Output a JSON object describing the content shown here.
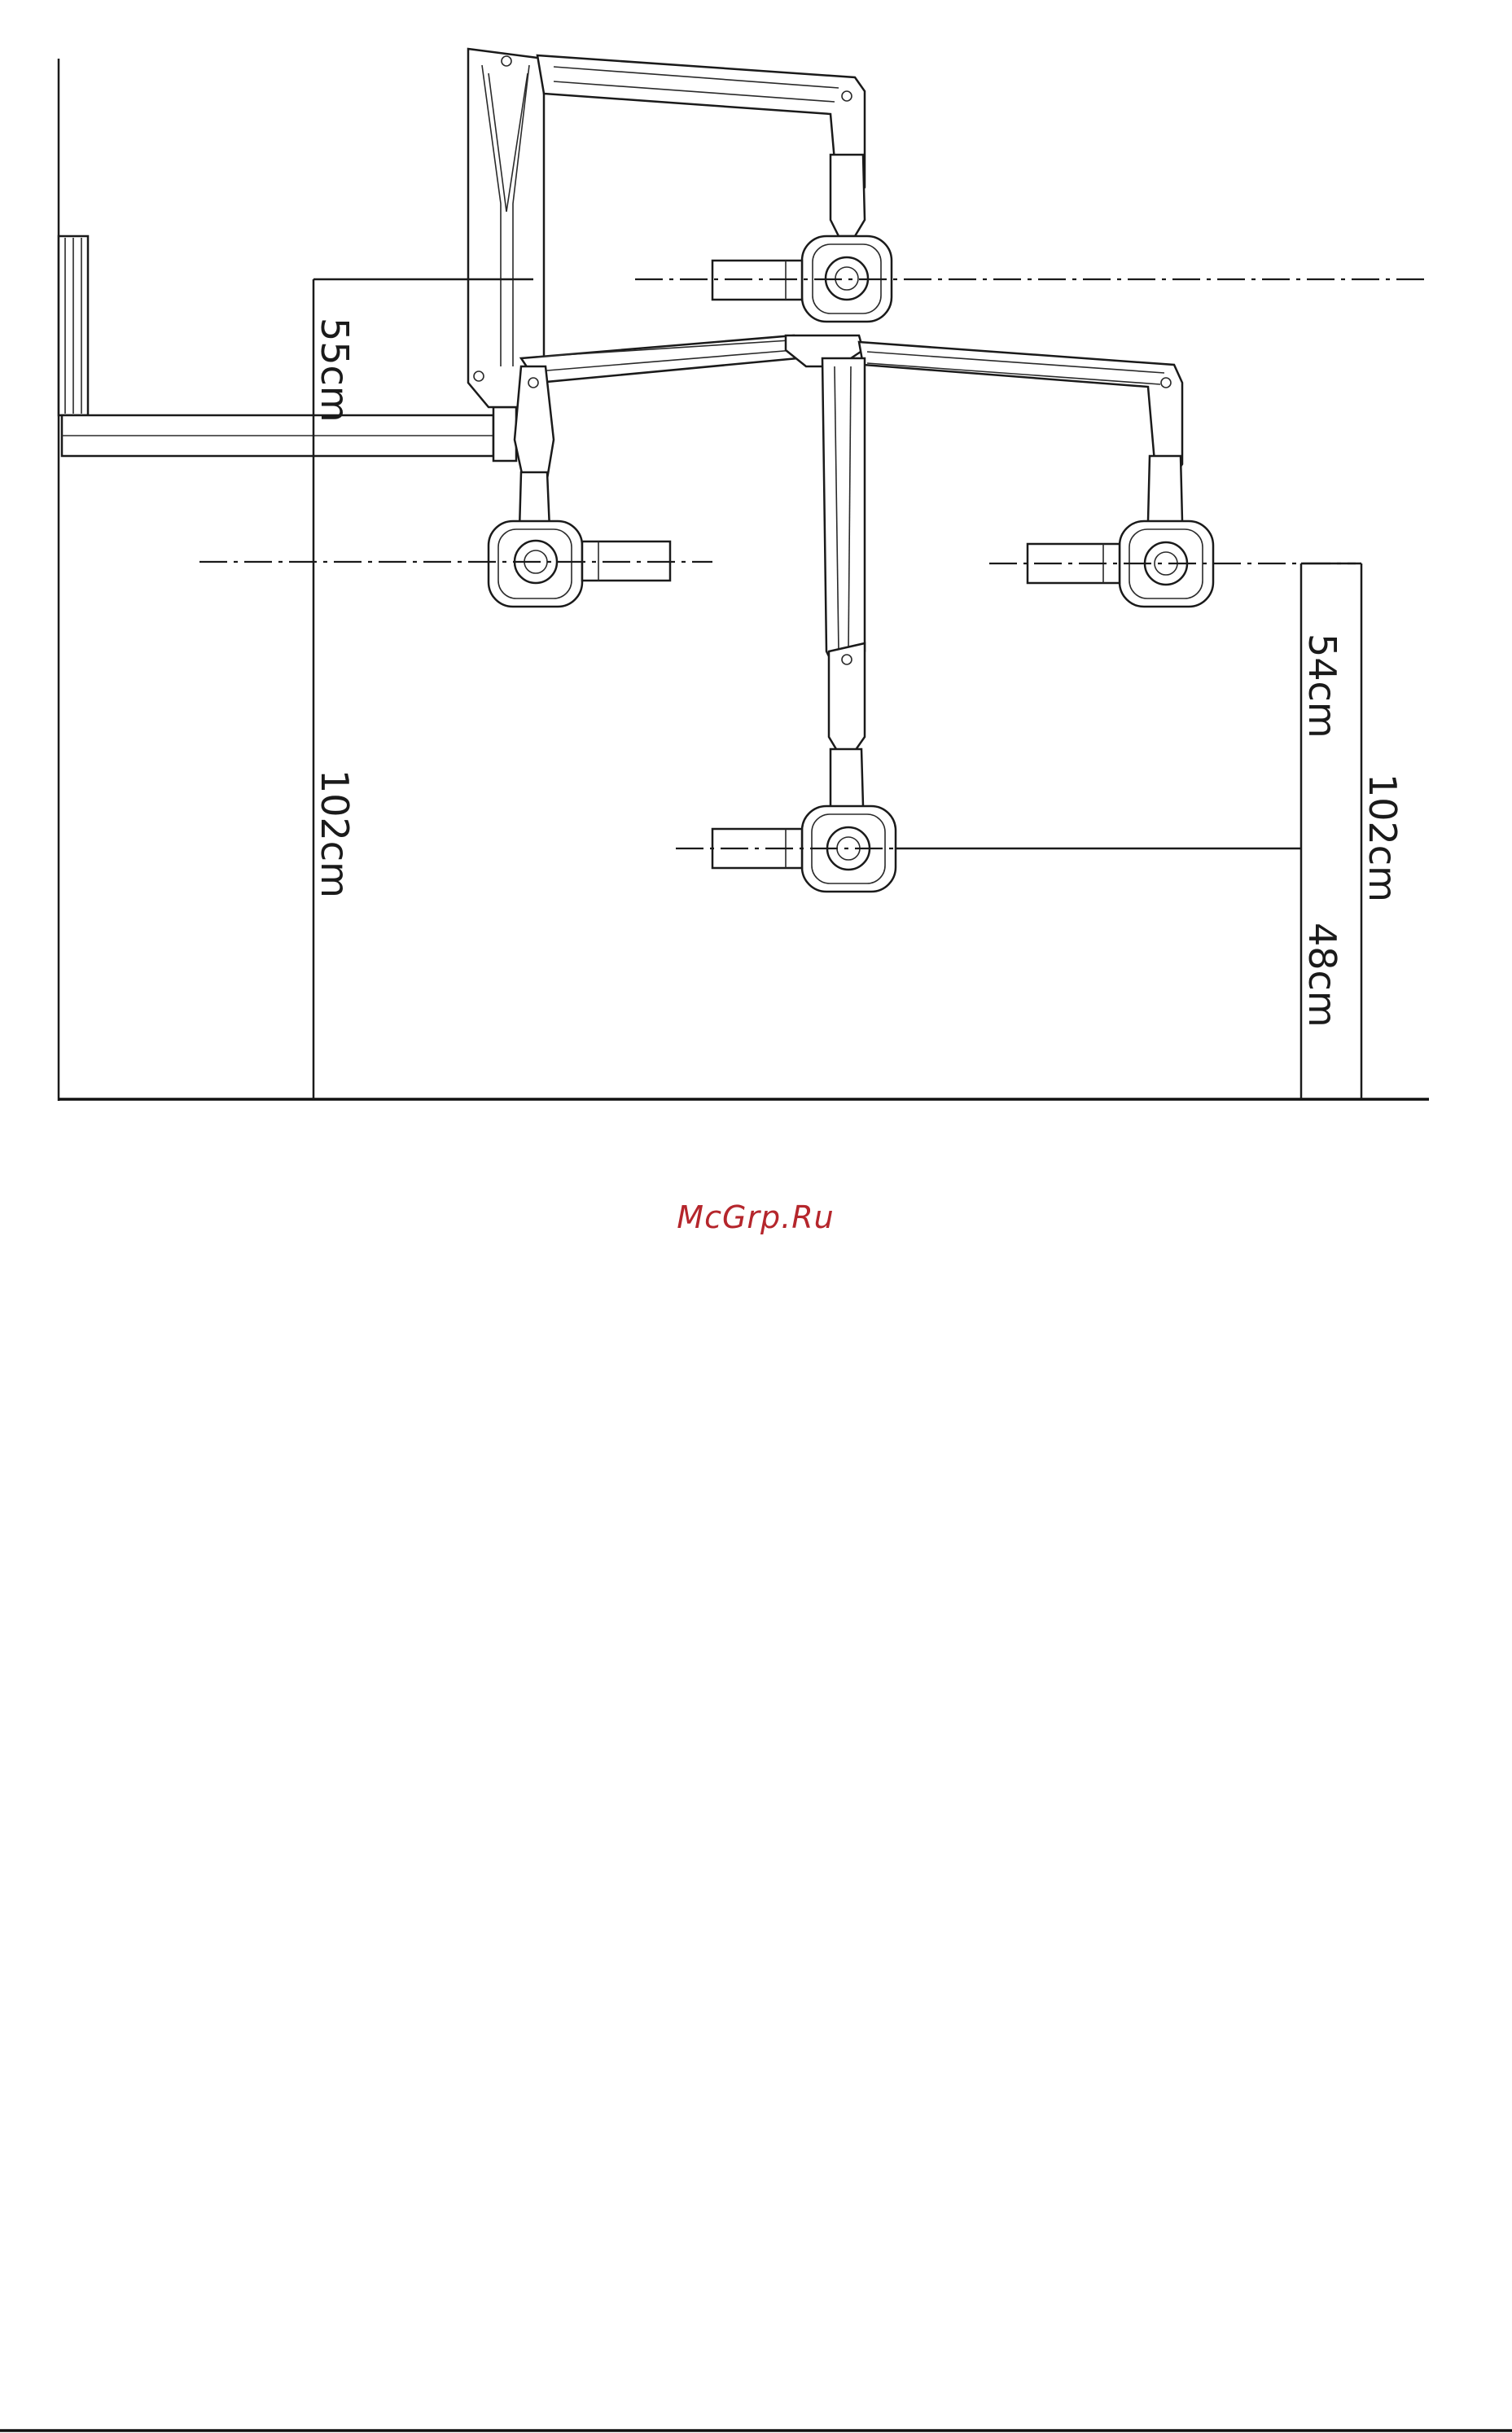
{
  "dimensions": {
    "upper_left": "55cm",
    "total_left": "102cm",
    "upper_right": "54cm",
    "total_right": "102cm",
    "lower_right": "48cm"
  },
  "watermark": "McGrp.Ru",
  "colors": {
    "line": "#1a1a1a",
    "watermark": "#b5262c",
    "background": "#ffffff"
  }
}
